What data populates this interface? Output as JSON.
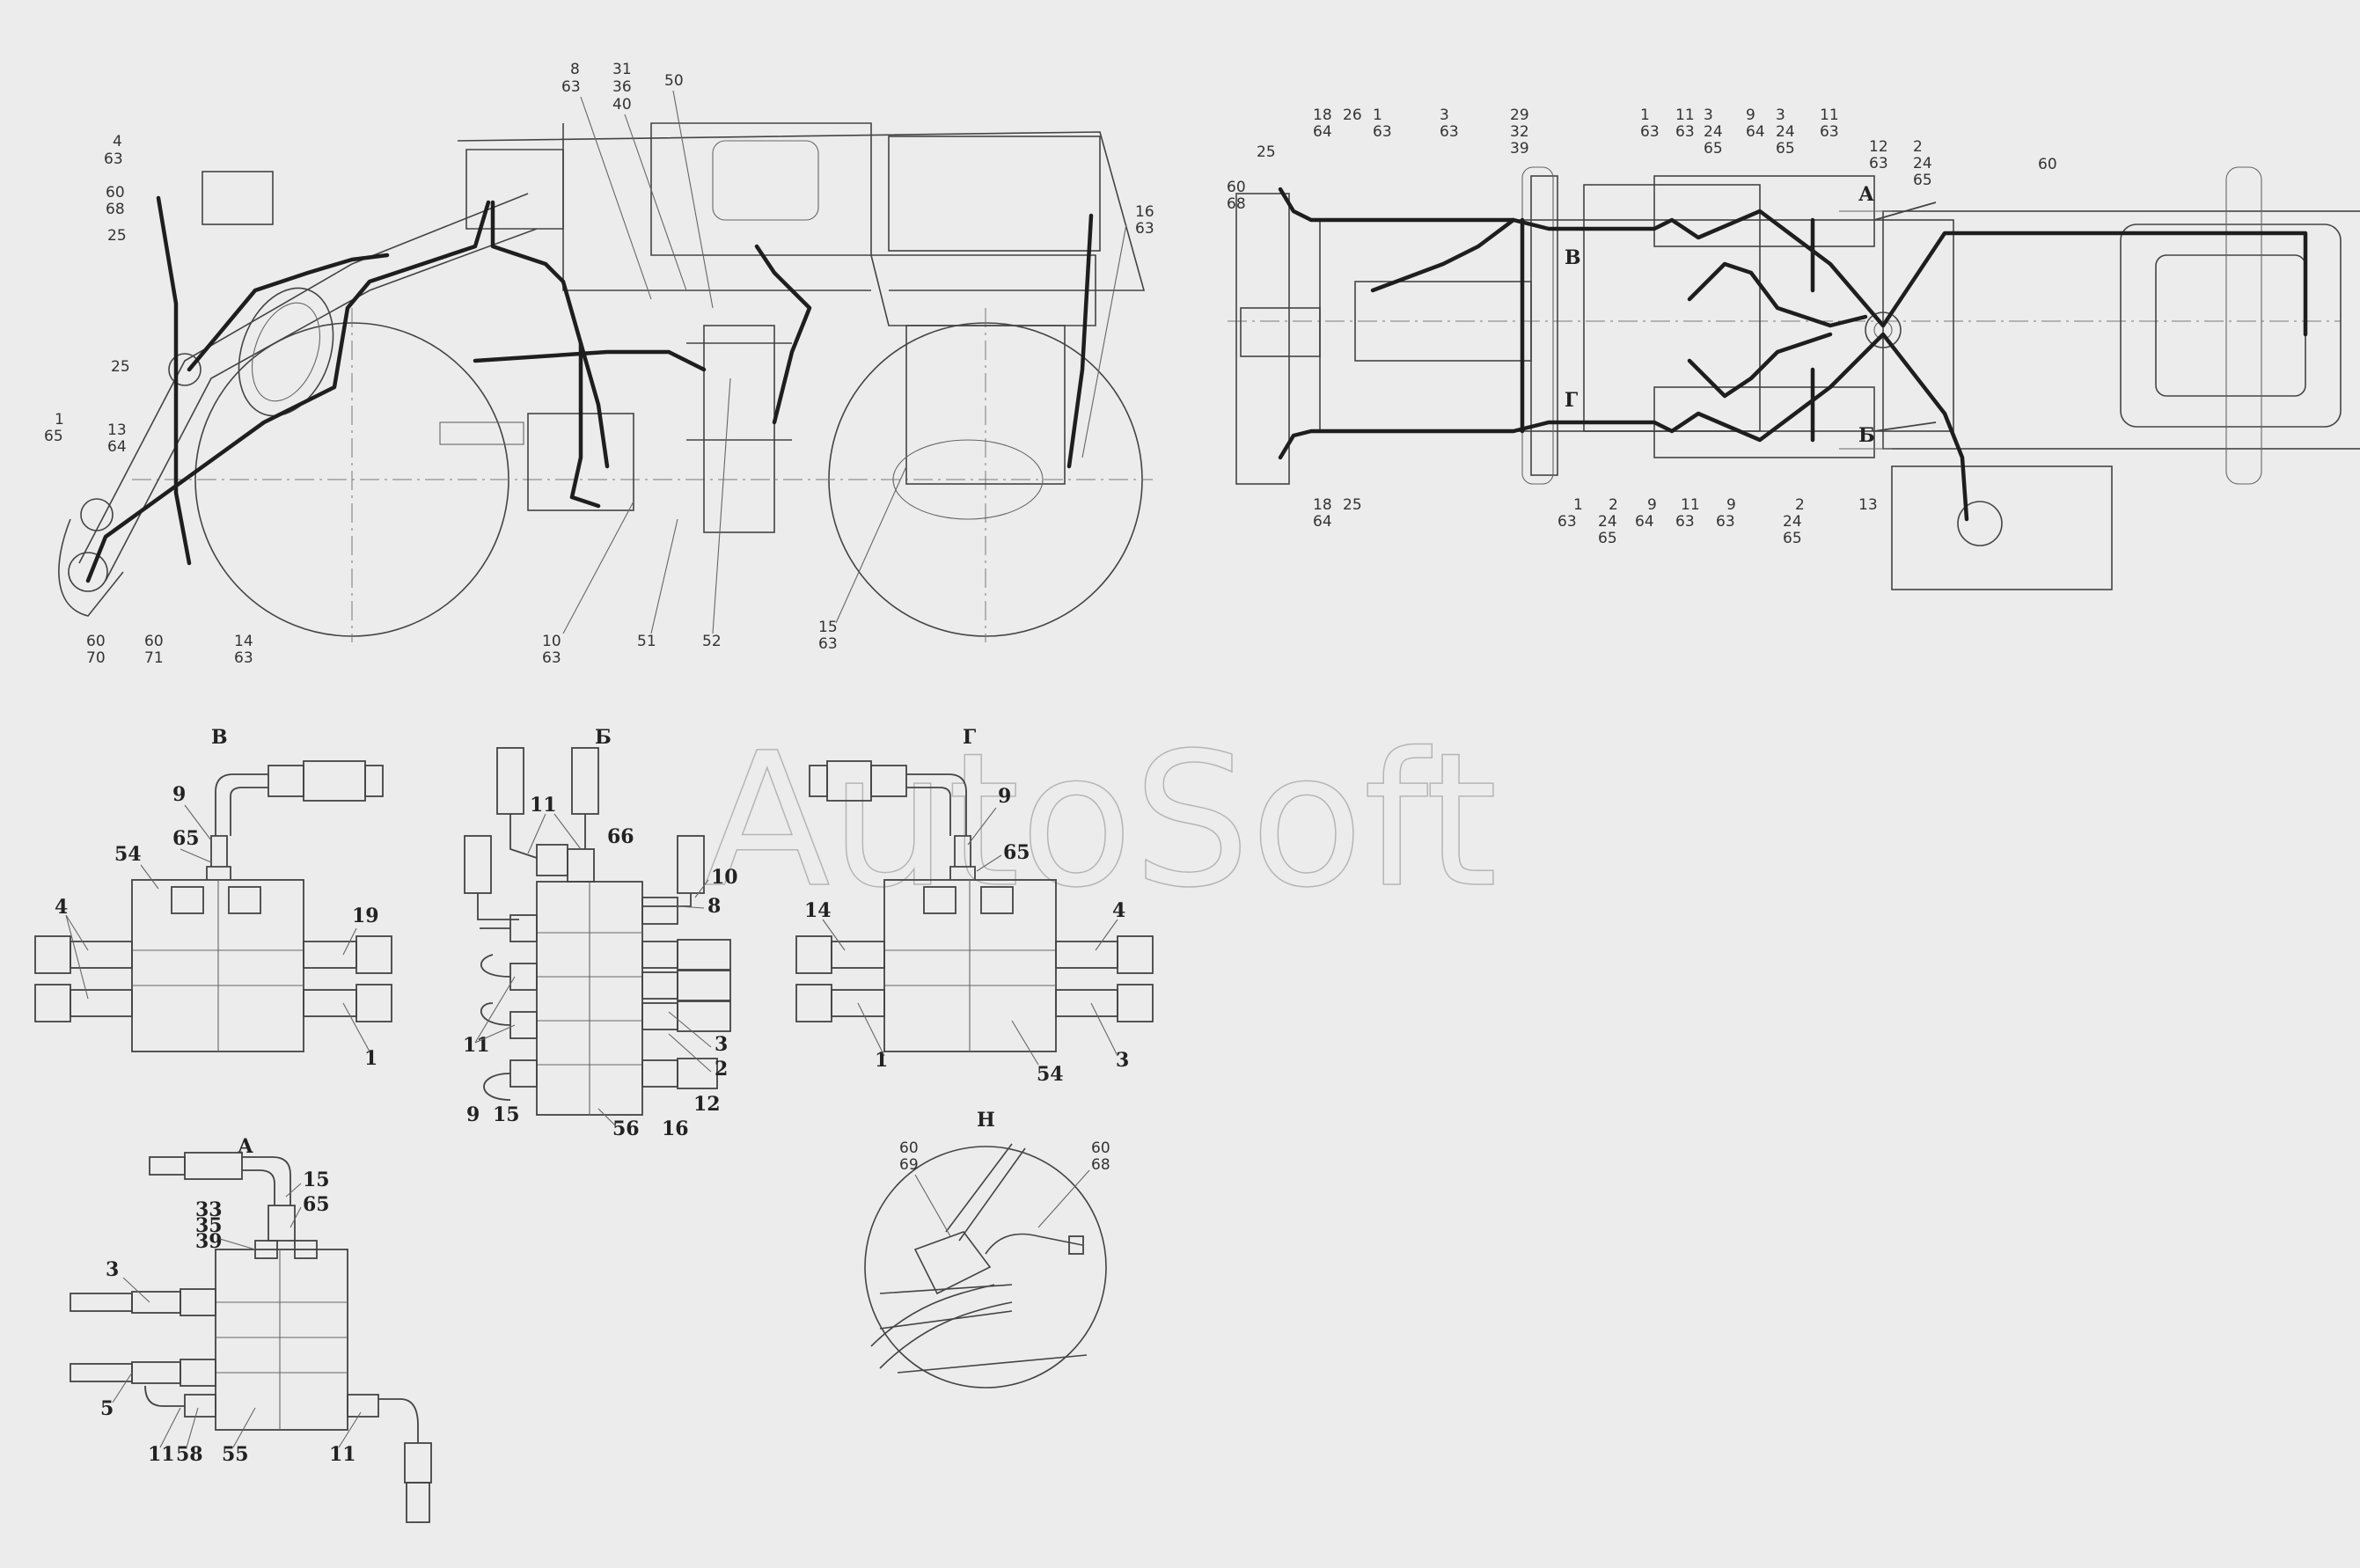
{
  "watermark": "AutoSoft",
  "views": {
    "v": "В",
    "b": "Б",
    "g": "Г",
    "a": "А",
    "h": "Н"
  },
  "plan_marks": {
    "a_arrow": "А",
    "b_arrow": "Б",
    "v": "В",
    "g": "Г"
  },
  "side_top": [
    "8",
    "63",
    "31",
    "36",
    "40",
    "50"
  ],
  "side_left": [
    "4",
    "63",
    "60",
    "68",
    "25",
    "25",
    "1",
    "65",
    "13",
    "64"
  ],
  "side_bottom": [
    "60",
    "70",
    "60",
    "71",
    "14",
    "63",
    "10",
    "63",
    "51",
    "52",
    "15",
    "63"
  ],
  "side_right": [
    "16",
    "63"
  ],
  "plan_top": [
    "18",
    "64",
    "26",
    "1",
    "63",
    "3",
    "63",
    "29",
    "32",
    "39",
    "1",
    "63",
    "11",
    "63",
    "3",
    "24",
    "65",
    "9",
    "64",
    "3",
    "24",
    "65",
    "11",
    "63",
    "12",
    "63",
    "2",
    "24",
    "65",
    "60",
    "25",
    "60",
    "68"
  ],
  "plan_bottom": [
    "18",
    "64",
    "25",
    "1",
    "63",
    "2",
    "24",
    "65",
    "9",
    "64",
    "11",
    "63",
    "9",
    "63",
    "2",
    "24",
    "65",
    "13"
  ],
  "det_v": [
    "9",
    "65",
    "54",
    "4",
    "19",
    "1"
  ],
  "det_b": [
    "11",
    "66",
    "10",
    "8",
    "11",
    "3",
    "2",
    "9",
    "15",
    "56",
    "16",
    "12"
  ],
  "det_g": [
    "9",
    "65",
    "14",
    "4",
    "1",
    "54",
    "3"
  ],
  "det_a": [
    "15",
    "65",
    "33",
    "35",
    "39",
    "3",
    "5",
    "11",
    "58",
    "55",
    "11"
  ],
  "det_h": [
    "60",
    "69",
    "60",
    "68"
  ]
}
